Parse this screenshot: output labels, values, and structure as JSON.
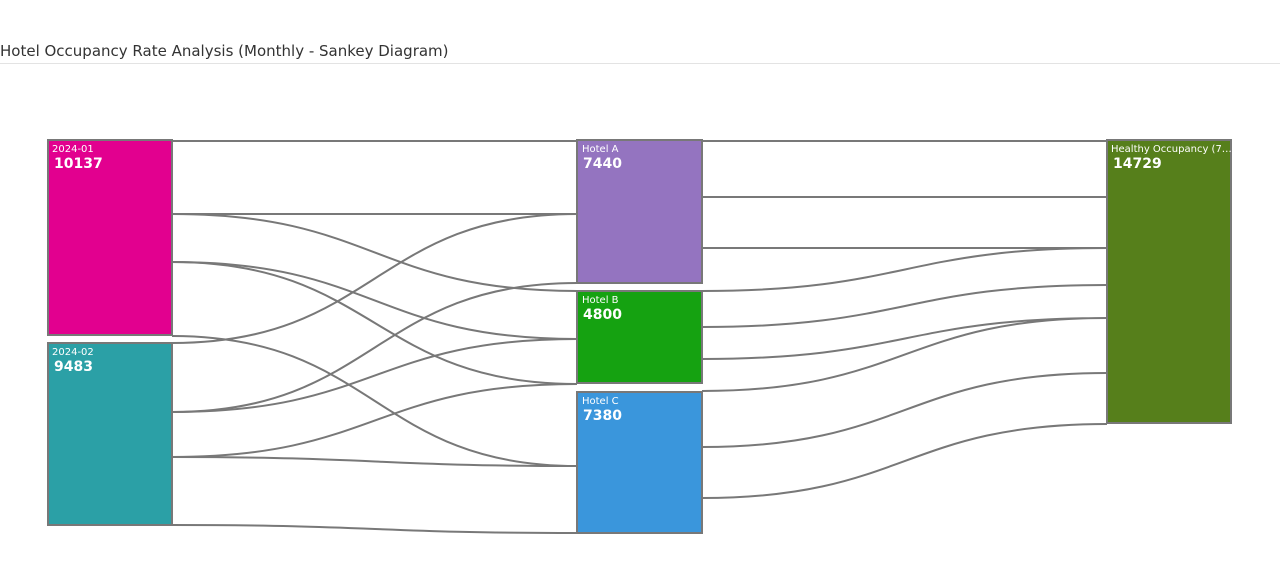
{
  "page": {
    "title": "Hotel Occupancy Rate Analysis (Monthly - Sankey Diagram)"
  },
  "nodes": [
    {
      "id": "n-2024-01",
      "name": "2024-01",
      "value": "10137",
      "color": "#e2008f"
    },
    {
      "id": "n-2024-02",
      "name": "2024-02",
      "value": "9483",
      "color": "#2ba0a6"
    },
    {
      "id": "n-hotel-a",
      "name": "Hotel A",
      "value": "7440",
      "color": "#9474c0"
    },
    {
      "id": "n-hotel-b",
      "name": "Hotel B",
      "value": "4800",
      "color": "#15a211"
    },
    {
      "id": "n-hotel-c",
      "name": "Hotel C",
      "value": "7380",
      "color": "#3a96dc"
    },
    {
      "id": "n-healthy",
      "name": "Healthy Occupancy (7…",
      "value": "14729",
      "color": "#567f1b"
    }
  ],
  "style": {
    "outline_color": "#787878",
    "label_color": "#ffffff"
  }
}
